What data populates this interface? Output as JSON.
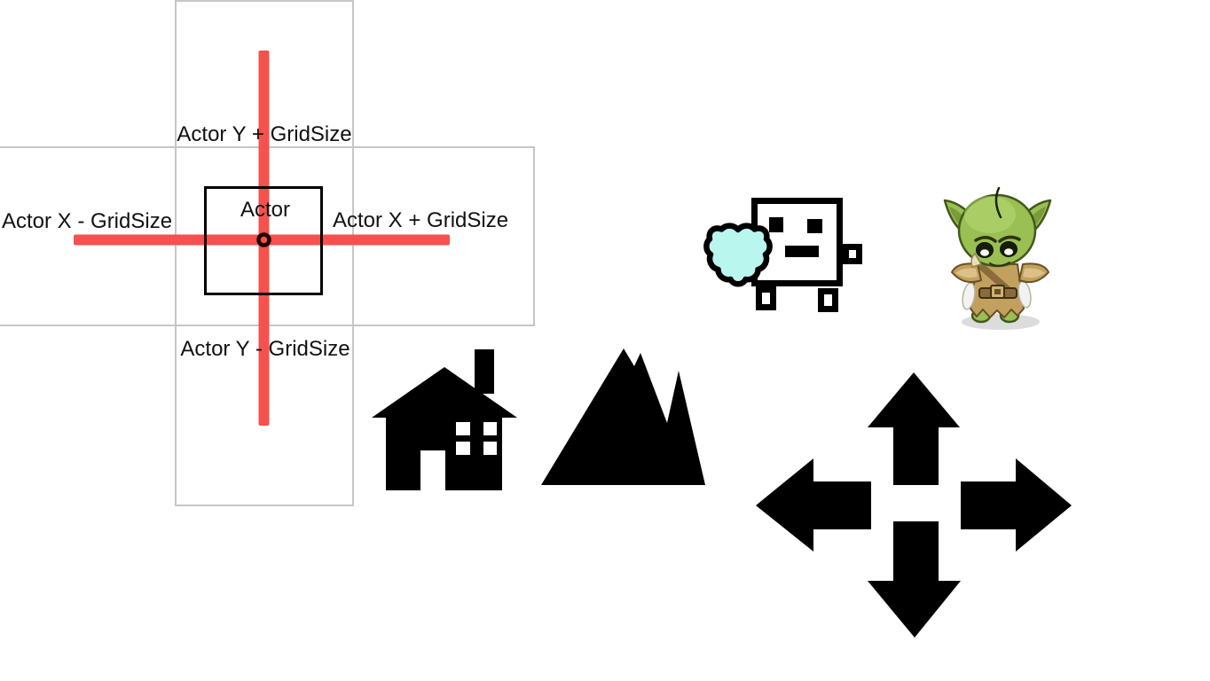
{
  "grid_diagram": {
    "labels": {
      "y_plus": "Actor Y + GridSize",
      "x_minus": "Actor X - GridSize",
      "actor": "Actor",
      "x_plus": "Actor X + GridSize",
      "y_minus": "Actor Y - GridSize"
    },
    "colors": {
      "grid_line": "#c6c6c6",
      "movement_axis": "#f5514e",
      "actor_outline": "#000000",
      "center_marker_ring": "#1c0505"
    }
  },
  "sprites": {
    "player_robot": {
      "icon": "robot-with-shield-icon",
      "colors": {
        "body": "#ffffff",
        "outline": "#000000",
        "shield": "#b9f6ee"
      }
    },
    "goblin": {
      "icon": "goblin-character-icon",
      "colors": {
        "skin": "#9abf52",
        "skin_shadow": "#7d9a3a",
        "skin_highlight": "#bcdb78",
        "outline": "#42591b",
        "hair": "#1c2608",
        "eye": "#191c0d",
        "pupil": "#f4f7ee",
        "tusk": "#eae0b4",
        "armor": "#c2a05e",
        "armor_light": "#dcc088",
        "belt": "#8a6b3c",
        "buckle": "#cfb071",
        "feather": "#f2f2f2",
        "shadow": "#dcdcdc"
      }
    },
    "house": {
      "icon": "house-icon",
      "color": "#000000"
    },
    "mountains": {
      "icon": "mountains-icon",
      "color": "#000000"
    },
    "move_arrows": {
      "icon": "four-direction-arrows-icon",
      "color": "#000000",
      "directions": [
        "up",
        "down",
        "left",
        "right"
      ]
    }
  }
}
